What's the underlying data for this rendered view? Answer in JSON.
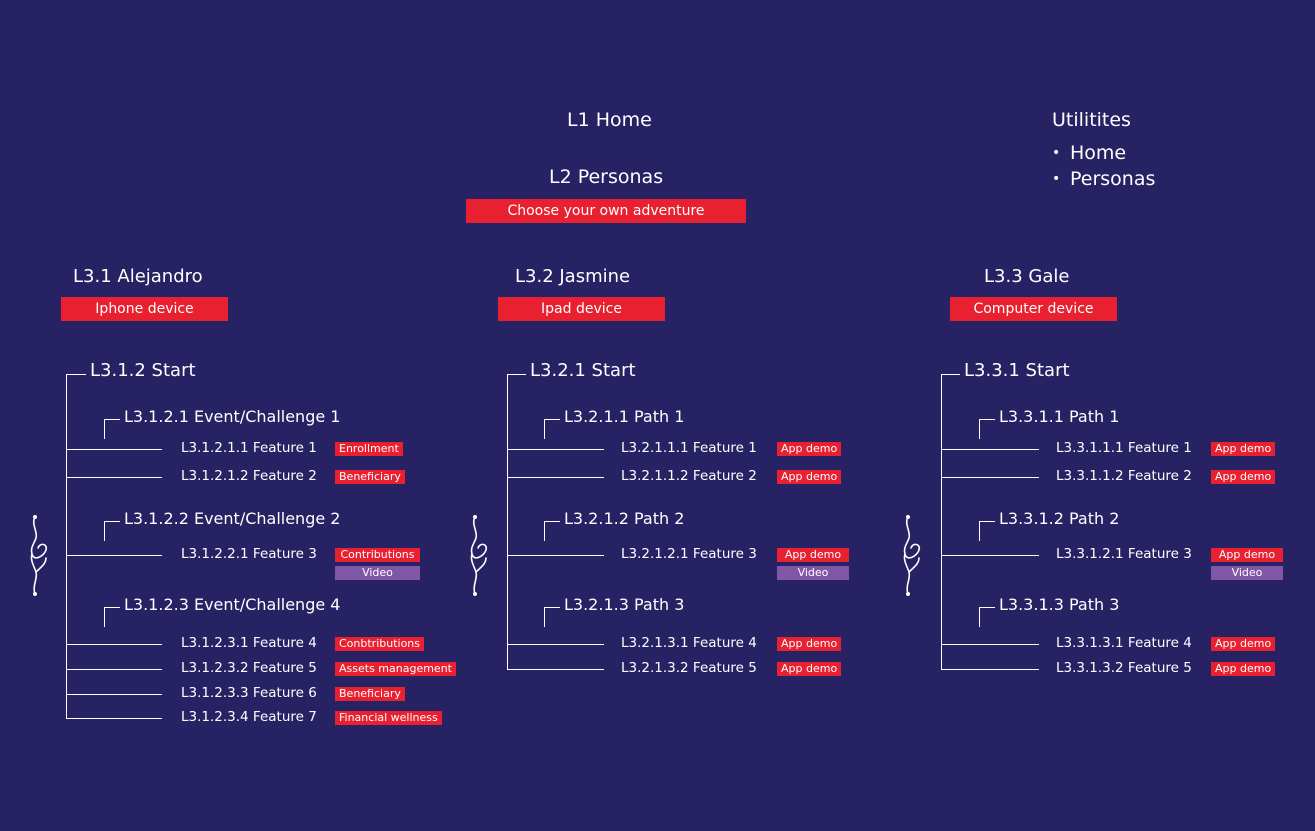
{
  "colors": {
    "background": "#272264",
    "red": "#e8202f",
    "purple": "#7f57a6",
    "line": "#ffffff"
  },
  "top": {
    "l1": "L1 Home",
    "l2": "L2 Personas",
    "l2_tag": "Choose your own adventure"
  },
  "utilities": {
    "title": "Utilitites",
    "items": [
      "Home",
      "Personas"
    ]
  },
  "personas": [
    {
      "title": "L3.1 Alejandro",
      "device": "Iphone device",
      "start": "L3.1.2 Start",
      "groups": [
        {
          "title": "L3.1.2.1 Event/Challenge 1",
          "features": [
            {
              "label": "L3.1.2.1.1 Feature 1",
              "tags": [
                {
                  "text": "Enrollment",
                  "color": "red"
                }
              ]
            },
            {
              "label": "L3.1.2.1.2 Feature 2",
              "tags": [
                {
                  "text": "Beneficiary",
                  "color": "red"
                }
              ]
            }
          ]
        },
        {
          "title": "L3.1.2.2 Event/Challenge 2",
          "features": [
            {
              "label": "L3.1.2.2.1 Feature 3",
              "tags": [
                {
                  "text": "Contributions",
                  "color": "red"
                },
                {
                  "text": "Video",
                  "color": "purple"
                }
              ]
            }
          ]
        },
        {
          "title": "L3.1.2.3 Event/Challenge 4",
          "features": [
            {
              "label": "L3.1.2.3.1 Feature 4",
              "tags": [
                {
                  "text": "Conbtributions",
                  "color": "red"
                }
              ]
            },
            {
              "label": "L3.1.2.3.2 Feature 5",
              "tags": [
                {
                  "text": "Assets management",
                  "color": "red"
                }
              ]
            },
            {
              "label": "L3.1.2.3.3 Feature 6",
              "tags": [
                {
                  "text": "Beneficiary",
                  "color": "red"
                }
              ]
            },
            {
              "label": "L3.1.2.3.4 Feature 7",
              "tags": [
                {
                  "text": "Financial wellness",
                  "color": "red"
                }
              ]
            }
          ]
        }
      ]
    },
    {
      "title": "L3.2 Jasmine",
      "device": "Ipad device",
      "start": "L3.2.1 Start",
      "groups": [
        {
          "title": "L3.2.1.1 Path 1",
          "features": [
            {
              "label": "L3.2.1.1.1 Feature 1",
              "tags": [
                {
                  "text": "App demo",
                  "color": "red"
                }
              ]
            },
            {
              "label": "L3.2.1.1.2 Feature 2",
              "tags": [
                {
                  "text": "App demo",
                  "color": "red"
                }
              ]
            }
          ]
        },
        {
          "title": "L3.2.1.2 Path 2",
          "features": [
            {
              "label": "L3.2.1.2.1 Feature 3",
              "tags": [
                {
                  "text": "App demo",
                  "color": "red"
                },
                {
                  "text": "Video",
                  "color": "purple"
                }
              ]
            }
          ]
        },
        {
          "title": "L3.2.1.3 Path 3",
          "features": [
            {
              "label": "L3.2.1.3.1 Feature 4",
              "tags": [
                {
                  "text": "App demo",
                  "color": "red"
                }
              ]
            },
            {
              "label": "L3.2.1.3.2 Feature 5",
              "tags": [
                {
                  "text": "App demo",
                  "color": "red"
                }
              ]
            }
          ]
        }
      ]
    },
    {
      "title": "L3.3 Gale",
      "device": "Computer device",
      "start": "L3.3.1 Start",
      "groups": [
        {
          "title": "L3.3.1.1 Path 1",
          "features": [
            {
              "label": "L3.3.1.1.1 Feature 1",
              "tags": [
                {
                  "text": "App demo",
                  "color": "red"
                }
              ]
            },
            {
              "label": "L3.3.1.1.2 Feature 2",
              "tags": [
                {
                  "text": "App demo",
                  "color": "red"
                }
              ]
            }
          ]
        },
        {
          "title": "L3.3.1.2 Path 2",
          "features": [
            {
              "label": "L3.3.1.2.1 Feature 3",
              "tags": [
                {
                  "text": "App demo",
                  "color": "red"
                },
                {
                  "text": "Video",
                  "color": "purple"
                }
              ]
            }
          ]
        },
        {
          "title": "L3.3.1.3 Path 3",
          "features": [
            {
              "label": "L3.3.1.3.1 Feature 4",
              "tags": [
                {
                  "text": "App demo",
                  "color": "red"
                }
              ]
            },
            {
              "label": "L3.3.1.3.2 Feature 5",
              "tags": [
                {
                  "text": "App demo",
                  "color": "red"
                }
              ]
            }
          ]
        }
      ]
    }
  ]
}
